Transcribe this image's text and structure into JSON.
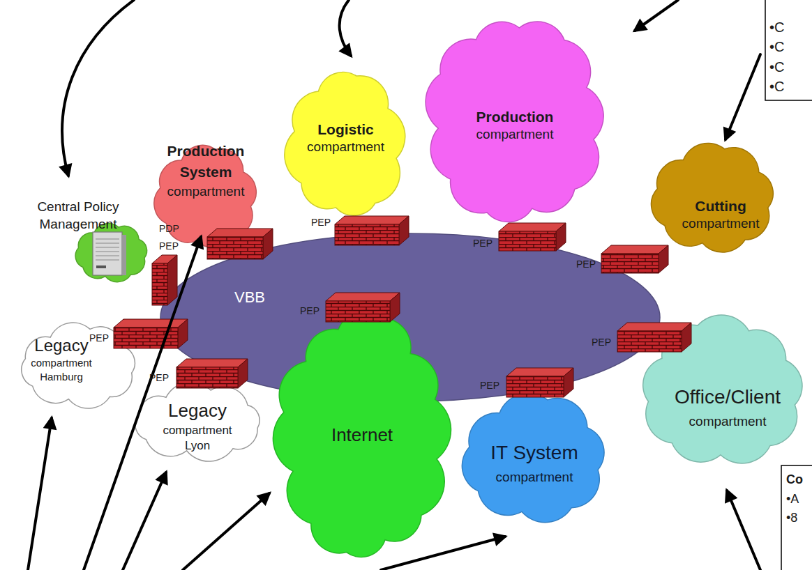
{
  "diagram": {
    "nodes": [
      {
        "text": [
          "Central Policy Management"
        ]
      },
      {
        "text": [
          "Production System",
          "compartment"
        ]
      },
      {
        "text": [
          "Logistic",
          "compartment"
        ]
      },
      {
        "text": [
          "Production",
          "compartment"
        ]
      },
      {
        "text": [
          "Cutting",
          "compartment"
        ]
      },
      {
        "text": [
          "VBB"
        ]
      },
      {
        "text": [
          "Legacy",
          "compartment Hamburg"
        ]
      },
      {
        "text": [
          "Legacy",
          "compartment Lyon"
        ]
      },
      {
        "text": [
          "Internet"
        ]
      },
      {
        "text": [
          "IT System",
          "compartment"
        ]
      },
      {
        "text": [
          "Office/Client",
          "compartment"
        ]
      }
    ],
    "labels": [
      "PDP",
      "PEP",
      "PEP",
      "PEP",
      "PEP",
      "PEP",
      "PEP",
      "PEP",
      "PEP",
      "PEP",
      "•C",
      "•C",
      "•C",
      "•C",
      "Co",
      "•A",
      "•8"
    ]
  }
}
